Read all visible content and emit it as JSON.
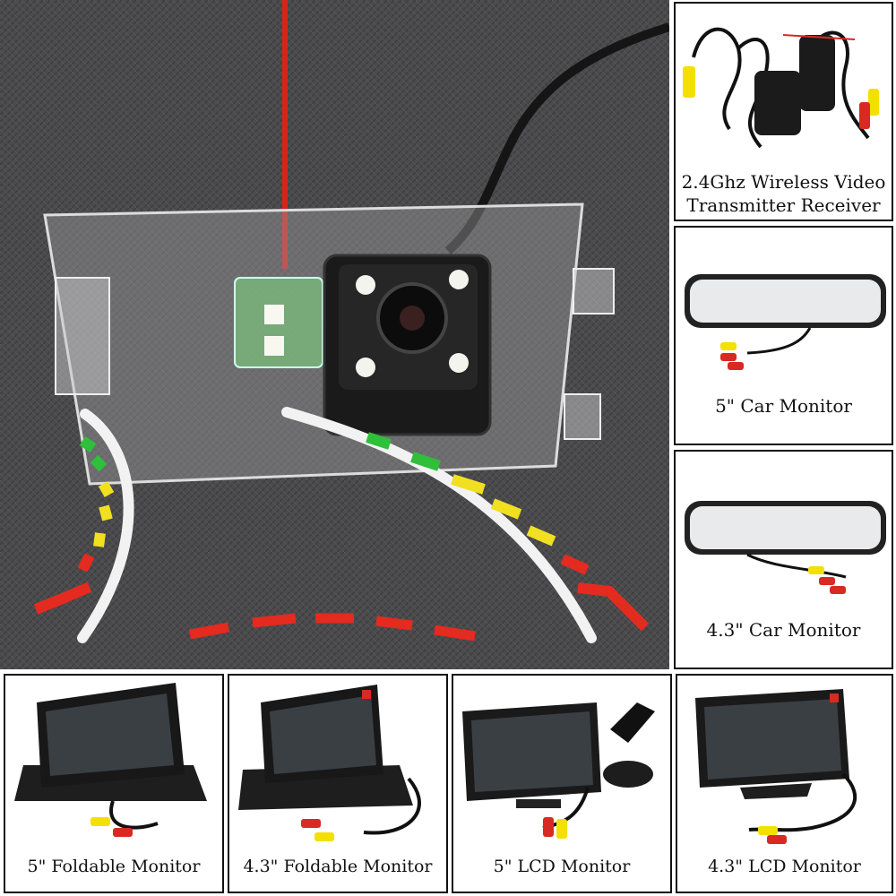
{
  "main_image": {
    "subject": "rear-view-camera-with-bracket-and-parking-guidelines"
  },
  "side_panels": [
    {
      "caption_line1": "2.4Ghz Wireless Video",
      "caption_line2": "Transmitter Receiver"
    },
    {
      "caption": "5\" Car Monitor"
    },
    {
      "caption": "4.3\" Car Monitor"
    }
  ],
  "bottom_panels": [
    {
      "caption": "5\" Foldable Monitor"
    },
    {
      "caption": "4.3\" Foldable Monitor"
    },
    {
      "caption": "5\" LCD Monitor"
    },
    {
      "caption": "4.3\" LCD Monitor"
    }
  ],
  "colors": {
    "background_gray": "#4a4a4c",
    "guideline_white": "#f2f2f2",
    "guide_green": "#2fbf3a",
    "guide_yellow": "#f0e020",
    "guide_red": "#e52a1f",
    "wire_red": "#d8231c",
    "panel_border": "#111111"
  }
}
